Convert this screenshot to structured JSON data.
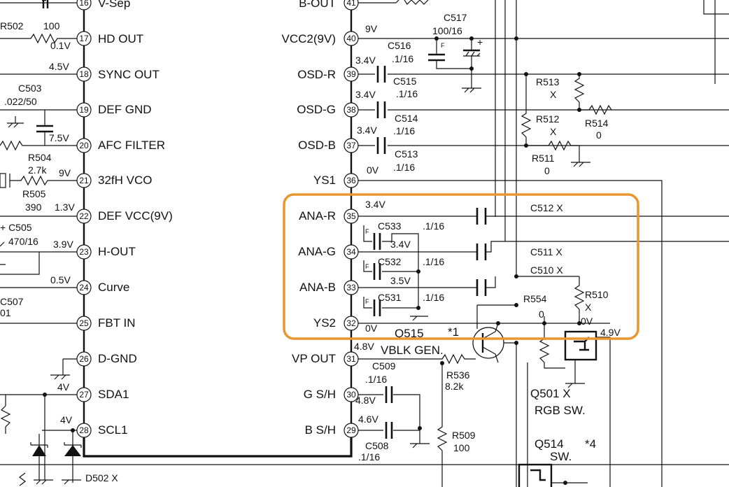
{
  "colors": {
    "line": "#111111",
    "highlight": "#E8962E",
    "background": "#FFFFFF"
  },
  "left_pins": [
    {
      "num": "16",
      "label": "V-Sep"
    },
    {
      "num": "17",
      "label": "HD   OUT"
    },
    {
      "num": "18",
      "label": "SYNC   OUT"
    },
    {
      "num": "19",
      "label": "DEF   GND"
    },
    {
      "num": "20",
      "label": "AFC   FILTER"
    },
    {
      "num": "21",
      "label": "32fH      VCO"
    },
    {
      "num": "22",
      "label": "DEF  VCC(9V)"
    },
    {
      "num": "23",
      "label": "H-OUT"
    },
    {
      "num": "24",
      "label": "Curve"
    },
    {
      "num": "25",
      "label": "FBT   IN"
    },
    {
      "num": "26",
      "label": "D-GND"
    },
    {
      "num": "27",
      "label": "SDA1"
    },
    {
      "num": "28",
      "label": "SCL1"
    }
  ],
  "right_pins": [
    {
      "num": "41",
      "label": "B-OUT"
    },
    {
      "num": "40",
      "label": "VCC2(9V)"
    },
    {
      "num": "39",
      "label": "OSD-R"
    },
    {
      "num": "38",
      "label": "OSD-G"
    },
    {
      "num": "37",
      "label": "OSD-B"
    },
    {
      "num": "36",
      "label": "YS1"
    },
    {
      "num": "35",
      "label": "ANA-R"
    },
    {
      "num": "34",
      "label": "ANA-G"
    },
    {
      "num": "33",
      "label": "ANA-B"
    },
    {
      "num": "32",
      "label": "YS2"
    },
    {
      "num": "31",
      "label": "VP OUT"
    },
    {
      "num": "30",
      "label": "G  S/H"
    },
    {
      "num": "29",
      "label": "B  S/H"
    }
  ],
  "labels": {
    "r502": "R502",
    "r502_val": "100",
    "v01": "0.1V",
    "v45": "4.5V",
    "c503": "C503",
    "c503_val": ".022/50",
    "v75": "7.5V",
    "r504": "R504",
    "r504_val": "2.7k",
    "v9a": "9V",
    "r505": "R505",
    "r505_val": "390",
    "v13": "1.3V",
    "c505": "+ C505",
    "c505_val": "470/16",
    "v39": "3.9V",
    "v05a": "0.5V",
    "c507": "C507",
    "c507_val": "01",
    "v4a": "4V",
    "v4b": "4V",
    "d502": "D502   X",
    "v9b": "9V",
    "c517": "C517",
    "c517_val": "100/16",
    "c516": "C516",
    "c516_val": ".1/16",
    "f": "F",
    "plus": "+",
    "v34a": "3.4V",
    "c515": "C515",
    "c515_val": ".1/16",
    "v34b": "3.4V",
    "c514": "C514",
    "c514_val": ".1/16",
    "v34c": "3.4V",
    "c513": "C513",
    "c513_val": ".1/16",
    "v0a": "0V",
    "r513": "R513",
    "r513_val": "X",
    "r512": "R512",
    "r512_val": "X",
    "r514": "R514",
    "r514_val": "0",
    "r511": "R511",
    "r511_val": "0",
    "v34d": "3.4V",
    "c533": "C533",
    "c533_val": ".1/16",
    "v34e": "3.4V",
    "c532": "C532",
    "c532_val": ".1/16",
    "v35": "3.5V",
    "c531": "C531",
    "c531_val": ".1/16",
    "v0b": "0V",
    "c512": "C512   X",
    "c511": "C511   X",
    "c510": "C510   X",
    "r554": "R554",
    "r554_val": "0",
    "r510": "R510",
    "r510_val": "X",
    "v0c": "0V",
    "v49": "4.9V",
    "q515": "Q515",
    "q515_note": "*1",
    "v48": "4.8V",
    "vblk": "VBLK  GEN.",
    "c509": "C509",
    "c509_val": ".1/16",
    "v48b": "4.8V",
    "r536": "R536",
    "r536_val": "8.2k",
    "q501": "Q501   X",
    "q501_desc": "RGB SW.",
    "v46": "4.6V",
    "c508": "C508",
    "c508_val": ".1/16",
    "r509": "R509",
    "r509_val": "100",
    "q514": "Q514",
    "q514_note": "*4",
    "q514_desc": "SW."
  }
}
